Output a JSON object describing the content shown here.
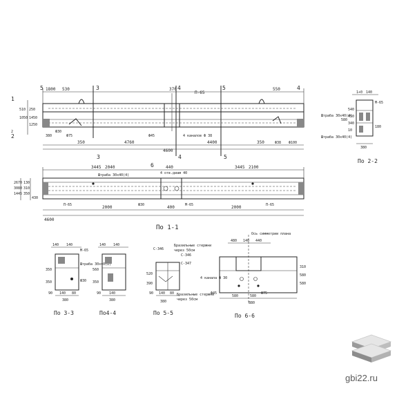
{
  "views": {
    "elevation": {
      "dims_top": [
        "1800",
        "530",
        "370",
        "550",
        "3",
        "4",
        "5",
        "4",
        "5"
      ],
      "left_marks": [
        "1",
        "2"
      ],
      "left_dims": [
        "510",
        "1050",
        "250",
        "1450",
        "1250",
        "2"
      ],
      "labels": [
        "П-65",
        "4 каналов Ф 38",
        "Ф45"
      ],
      "dims_bottom": [
        "380",
        "Ф30",
        "Ф75",
        "350",
        "4760",
        "4400",
        "350",
        "Ф38",
        "Ф100"
      ],
      "total": "4600",
      "bottom_marks": [
        "3",
        "4",
        "5"
      ]
    },
    "plan": {
      "top_dims": [
        "3445",
        "2040",
        "440",
        "3445",
        "2100",
        "6"
      ],
      "left_dims": [
        "2670",
        "3080",
        "1445",
        "130",
        "310",
        "350",
        "430"
      ],
      "labels": [
        "Штраба 30х40(4)",
        "4 отв.диам 40",
        "П-65",
        "П-65",
        "Ф30",
        "М-65"
      ],
      "bottom_dims": [
        "2000",
        "400",
        "2000"
      ],
      "total": "4600",
      "title": "По 1-1"
    },
    "section_22": {
      "top_dims": [
        "1+0",
        "140"
      ],
      "labels": [
        "М-65",
        "Штраба 30х40(4)",
        "Штраба 30х40(4)"
      ],
      "left_dims": [
        "580",
        "540",
        "450",
        "340",
        "10",
        "180"
      ],
      "bottom_dims": [
        "380"
      ],
      "title": "По 2-2"
    },
    "section_33": {
      "top_dims": [
        "140",
        "140"
      ],
      "labels": [
        "М-65",
        "Штраба 30х40(2)",
        "Ф30"
      ],
      "left_dims": [
        "350",
        "350"
      ],
      "bottom_dims": [
        "90",
        "140",
        "80",
        "380"
      ],
      "title": "По 3-3"
    },
    "section_44": {
      "top_dims": [
        "140",
        "140"
      ],
      "left_dims": [
        "560",
        "350"
      ],
      "bottom_dims": [
        "90",
        "140",
        "380"
      ],
      "title": "По4-4"
    },
    "section_55": {
      "labels": [
        "С-346",
        "Бразильные стержни",
        "через 50см",
        "С-346",
        "С-347",
        "Бразильные стержни",
        "через 50см"
      ],
      "left_dims": [
        "520",
        "390"
      ],
      "bottom_dims": [
        "90",
        "140",
        "80",
        "380"
      ],
      "title": "По 5-5"
    },
    "section_66": {
      "top_dims": [
        "480",
        "140",
        "440"
      ],
      "labels": [
        "Ось симметрии плана",
        "4 канала Ф 30",
        "Ф45",
        "Ф75"
      ],
      "right_dims": [
        "310",
        "580",
        "580"
      ],
      "bottom_dims": [
        "580",
        "580",
        "880"
      ],
      "title": "По 6-6"
    }
  },
  "watermark": {
    "text": "gbi22.ru",
    "logo": "stacked-slabs-logo"
  }
}
